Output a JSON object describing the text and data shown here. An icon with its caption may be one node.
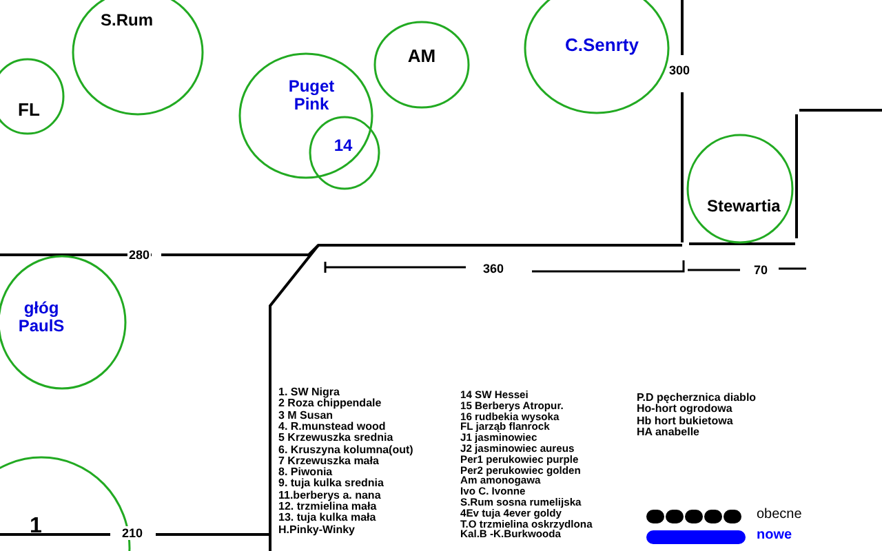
{
  "diagram": {
    "nodes": [
      {
        "text": [
          "S.Rum"
        ]
      },
      {
        "text": [
          "AM"
        ]
      },
      {
        "text": [
          "C.Senrty"
        ]
      },
      {
        "text": [
          "FL"
        ]
      },
      {
        "text": [
          "Puget Pink"
        ]
      },
      {
        "text": [
          "14"
        ]
      },
      {
        "text": [
          "Stewartia"
        ]
      },
      {
        "text": [
          "głóg PaulS"
        ]
      },
      {
        "text": [
          "1"
        ]
      }
    ],
    "edges": [],
    "labels": [
      "300",
      "280",
      "360",
      "70",
      "210",
      "1. SW Nigra",
      "2  Roza chippendale",
      "3  M Susan",
      "4. R.munstead wood",
      "5  Krzewuszka srednia",
      "6. Kruszyna kolumna(out)",
      "7 Krzewuszka mała",
      "8. Piwonia",
      "9. tuja kulka srednia",
      "11.berberys a. nana",
      "12. trzmielina mała",
      "13. tuja kulka mała",
      "H.Pinky-Winky",
      "14 SW Hessei",
      "15 Berberys Atropur.",
      "16 rudbekia wysoka",
      "FL jarząb flanrock",
      "J1 jasminowiec",
      "J2 jasminowiec aureus",
      "Per1 perukowiec purple",
      "Per2 perukowiec golden",
      "Am amonogawa",
      "Ivo C. Ivonne",
      "S.Rum sosna rumelijska",
      "4Ev tuja 4ever goldy",
      "T.O trzmielina oskrzydlona",
      "Kal.B -K.Burkwooda",
      "P.D pęcherznica diablo",
      "Ho-hort ogrodowa",
      "Hb hort bukietowa",
      "HA anabelle"
    ],
    "legend": [
      {
        "text": "obecne"
      },
      {
        "text": "nowe",
        "color": "#0000ff"
      }
    ]
  }
}
